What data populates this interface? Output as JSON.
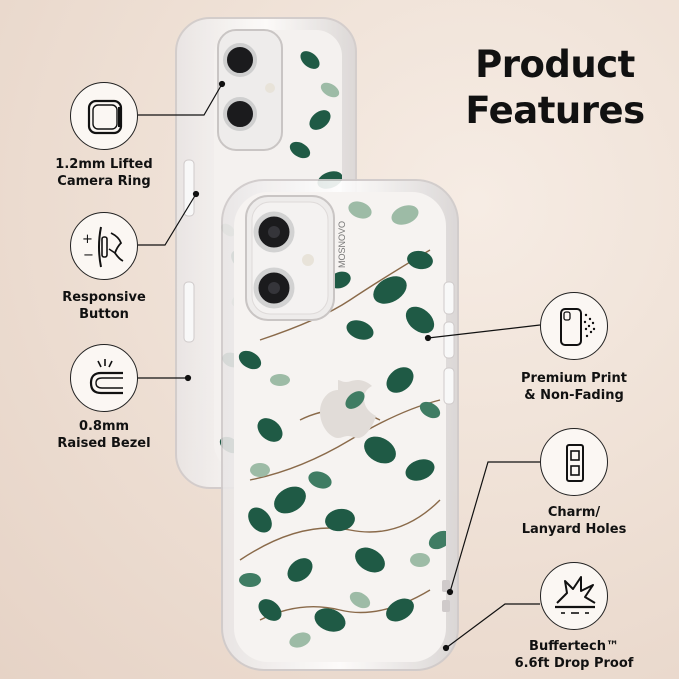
{
  "title": {
    "line1": "Product",
    "line2": "Features"
  },
  "brand": "MOSNOVO",
  "features": [
    {
      "id": "camera-ring",
      "line1": "1.2mm Lifted",
      "line2": "Camera Ring",
      "icon": "camera-ring-icon"
    },
    {
      "id": "responsive-button",
      "line1": "Responsive",
      "line2": "Button",
      "icon": "button-icon"
    },
    {
      "id": "raised-bezel",
      "line1": "0.8mm",
      "line2": "Raised Bezel",
      "icon": "bezel-icon"
    },
    {
      "id": "premium-print",
      "line1": "Premium Print",
      "line2": "& Non-Fading",
      "icon": "spray-phone-icon"
    },
    {
      "id": "lanyard-holes",
      "line1": "Charm/",
      "line2": "Lanyard Holes",
      "icon": "lanyard-icon"
    },
    {
      "id": "drop-proof",
      "line1": "Buffertech™",
      "line2": "6.6ft Drop Proof",
      "icon": "impact-icon"
    }
  ],
  "colors": {
    "leaf_dark": "#1f5a45",
    "leaf_mid": "#3f7c63",
    "leaf_light": "#9dbba6",
    "stem": "#8a6a4a"
  }
}
